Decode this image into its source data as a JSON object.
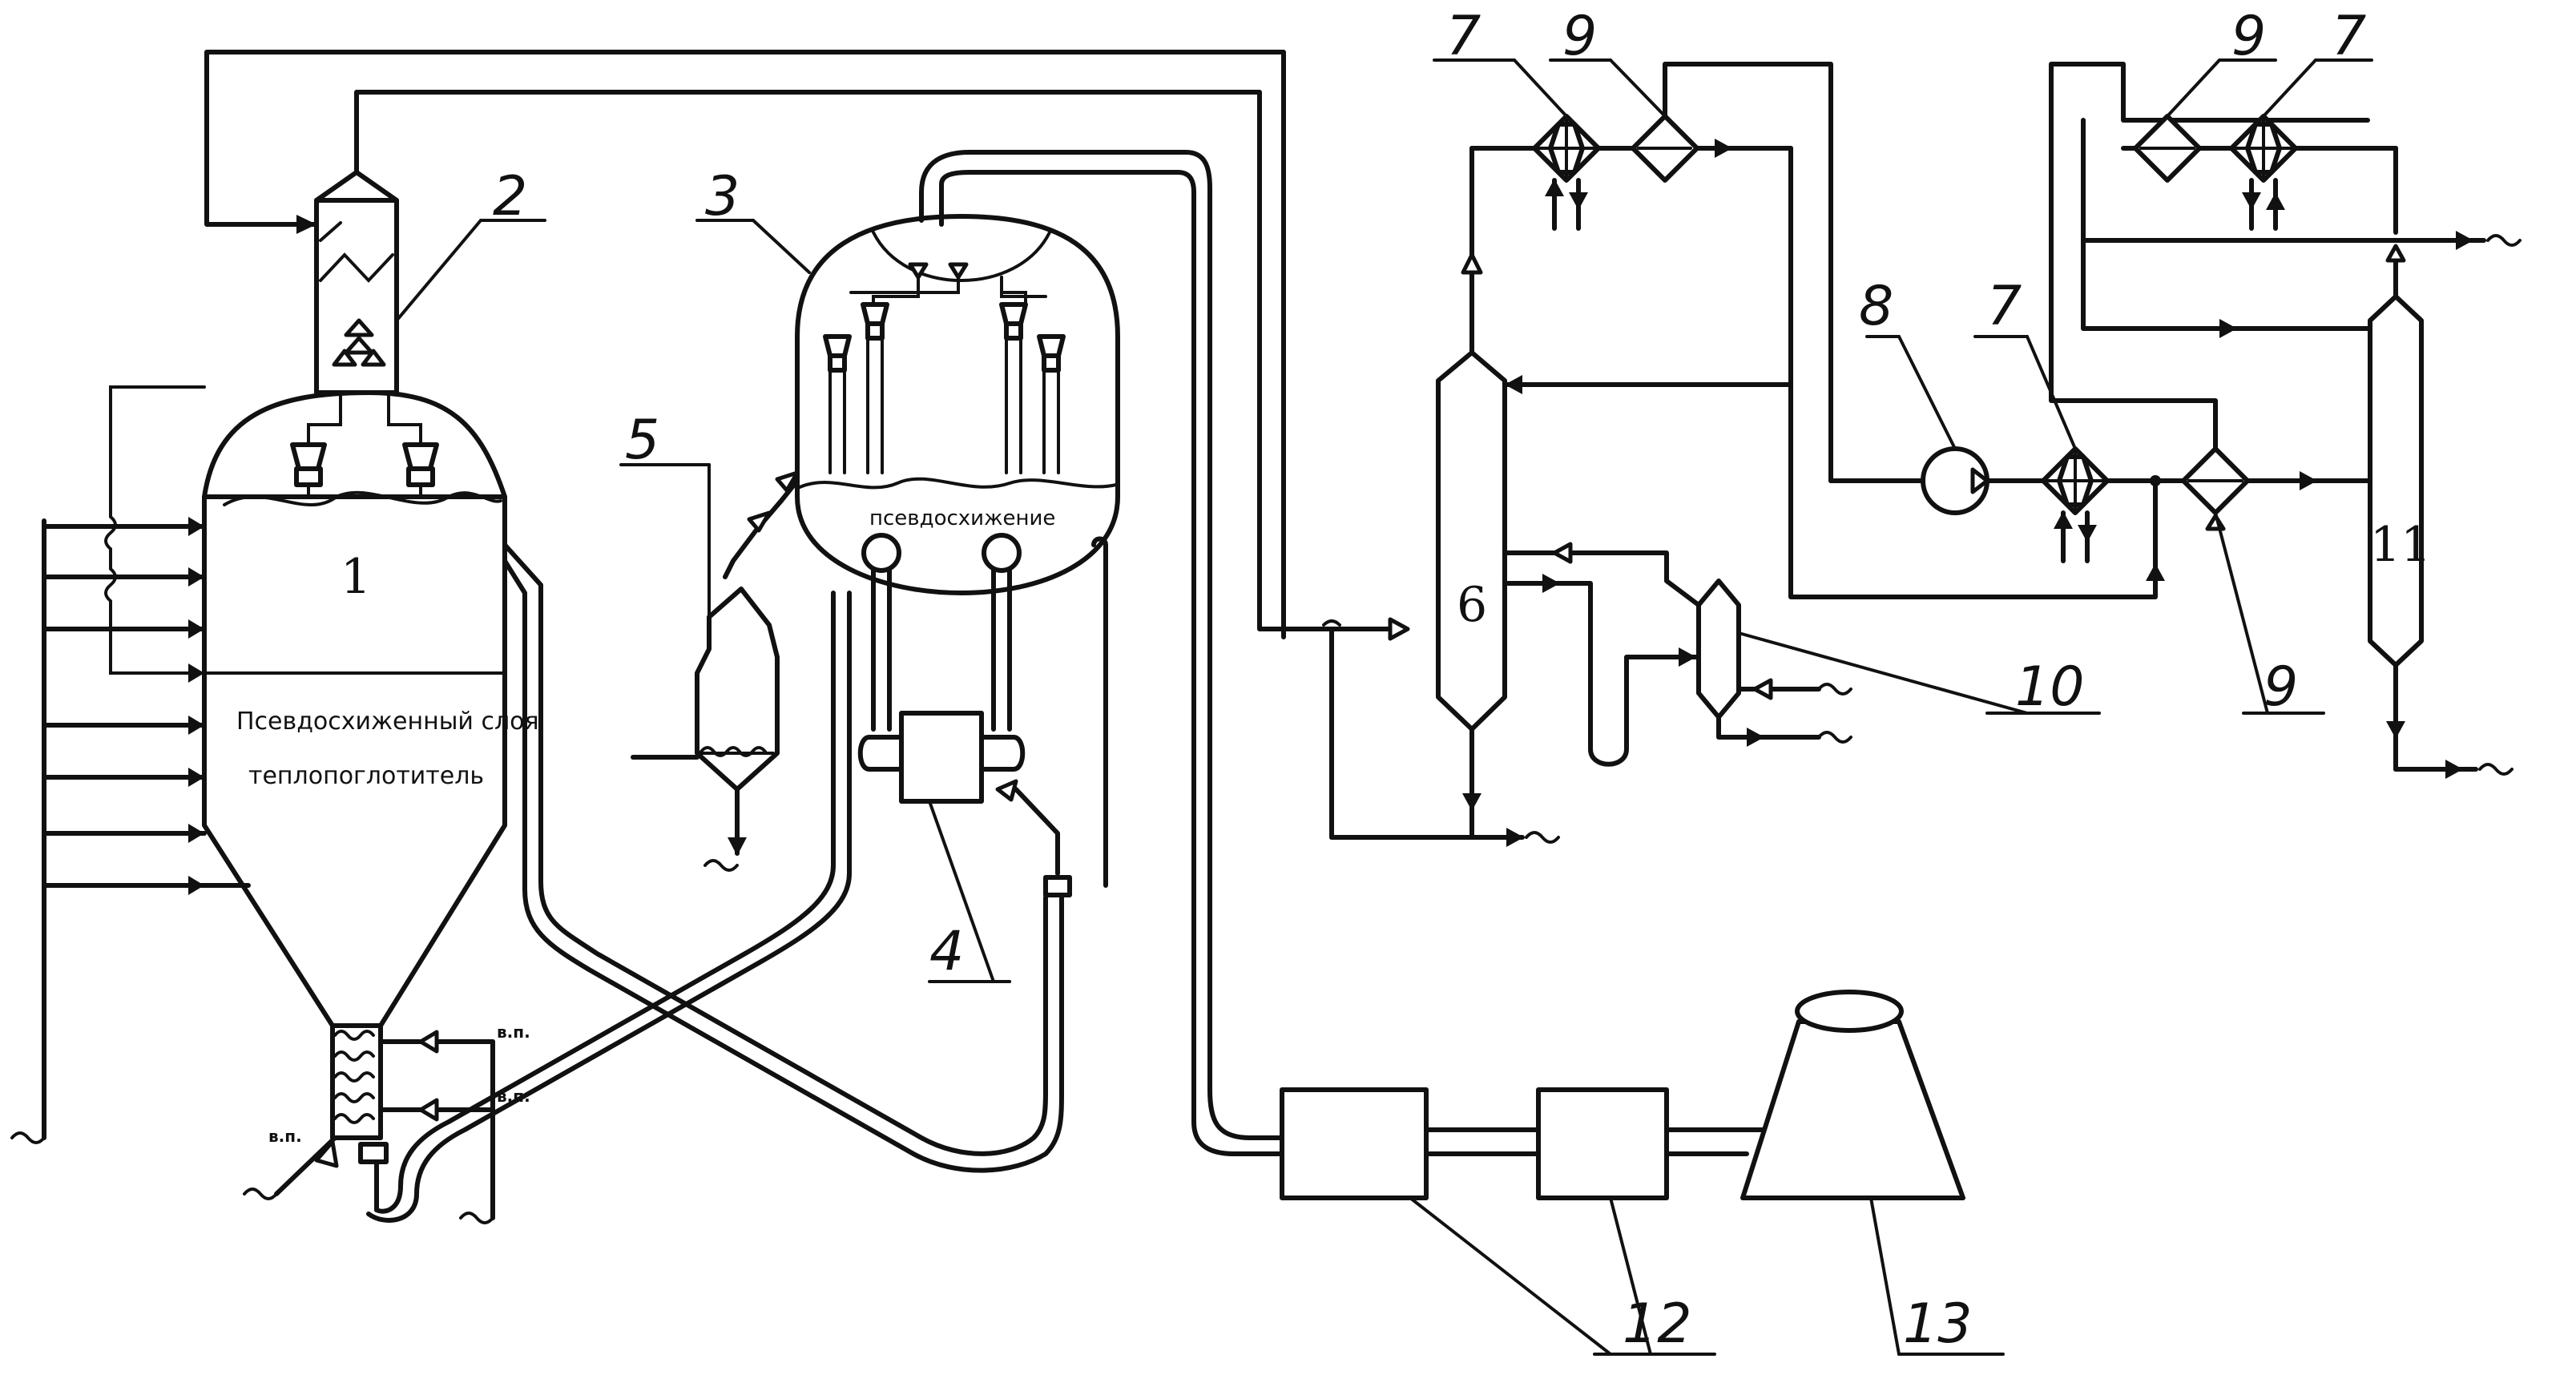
{
  "equipment_numbers": {
    "n1": "1",
    "n2": "2",
    "n3": "3",
    "n4": "4",
    "n5": "5",
    "n6": "6",
    "n7a": "7",
    "n9a": "9",
    "n7b": "7",
    "n8": "8",
    "n9b": "9",
    "n9c": "9",
    "n7c": "7",
    "n10": "10",
    "n11": "11",
    "n12": "12",
    "n13": "13"
  },
  "labels": {
    "fluidized_bed_heat_carrier_line1": "Псевдосхиженный слоя",
    "fluidized_bed_heat_carrier_line2": "теплопоглотитель",
    "fluidization": "псевдосхижение",
    "air_1": "в.п.",
    "air_2": "в.п.",
    "air_3": "в.п."
  }
}
